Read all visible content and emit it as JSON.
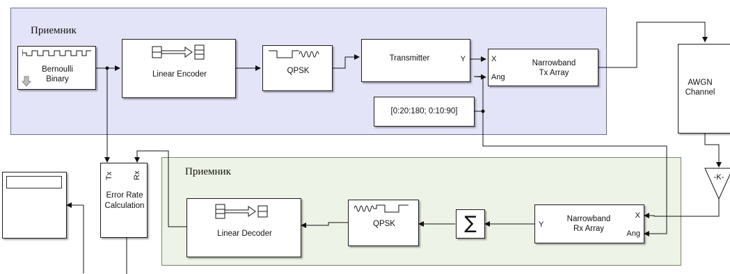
{
  "areas": {
    "transmitter_area_label": "Приемник",
    "receiver_area_label": "Приемник"
  },
  "blocks": {
    "bernoulli": {
      "line1": "Bernoulli",
      "line2": "Binary"
    },
    "linear_encoder": {
      "label": "Linear Encoder"
    },
    "qpsk_mod": {
      "label": "QPSK"
    },
    "transmitter": {
      "label": "Transmitter",
      "port_y": "Y"
    },
    "tx_array": {
      "line1": "Narrowband",
      "line2": "Tx Array",
      "port_x": "X",
      "port_ang": "Ang"
    },
    "angle_const": {
      "value": "[0:20:180; 0:10:90]"
    },
    "awgn": {
      "line1": "AWGN",
      "line2": "Channel"
    },
    "gain": {
      "label": "-K-"
    },
    "rx_array": {
      "line1": "Narrowband",
      "line2": "Rx Array",
      "port_y": "Y",
      "port_x": "X",
      "port_ang": "Ang"
    },
    "sum": {
      "symbol": "∑"
    },
    "qpsk_demod": {
      "label": "QPSK"
    },
    "linear_decoder": {
      "label": "Linear Decoder"
    },
    "error_rate": {
      "line1": "Error Rate",
      "line2": "Calculation",
      "port_tx": "Tx",
      "port_rx": "Rx"
    }
  },
  "colors": {
    "tx_area": "#e4e4f8",
    "rx_area": "#edf3e6",
    "wire": "#111111"
  }
}
